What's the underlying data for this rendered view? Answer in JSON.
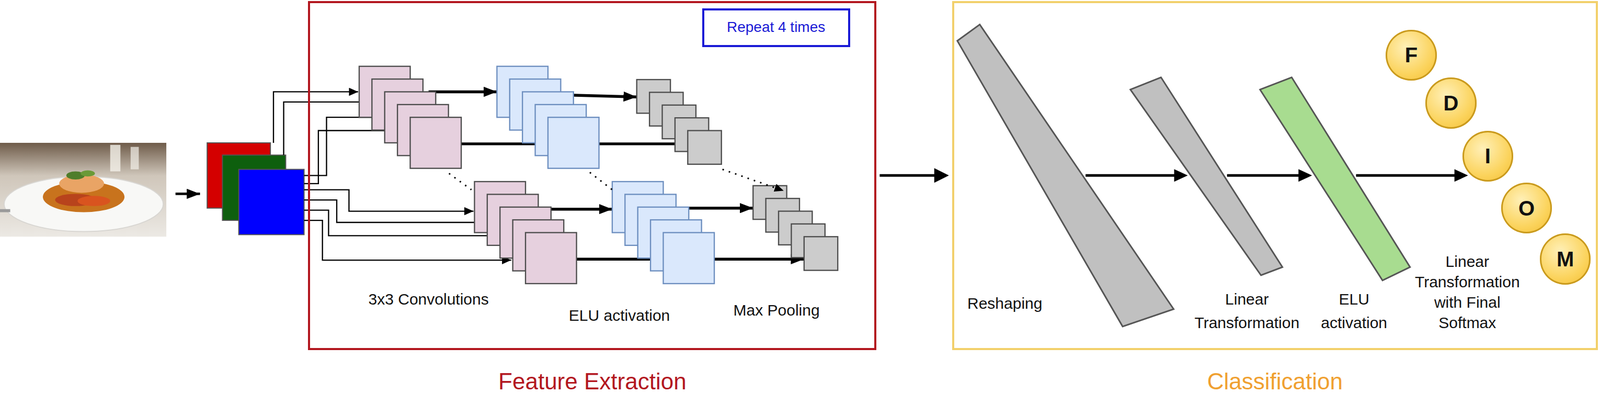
{
  "diagram": {
    "nodes": [
      {
        "text": [
          "Feature Extraction"
        ]
      },
      {
        "text": [
          "Repeat 4 times"
        ],
        "in": 0
      },
      {
        "text": [
          "Classification"
        ]
      },
      {
        "text": [
          "Reshaping"
        ],
        "in": 2
      },
      {
        "text": [
          "Linear Transformation"
        ],
        "in": 2
      },
      {
        "text": [
          "ELU activation"
        ],
        "in": 2
      },
      {
        "text": [
          "F"
        ],
        "in": 2
      },
      {
        "text": [
          "D"
        ],
        "in": 2
      },
      {
        "text": [
          "I"
        ],
        "in": 2
      },
      {
        "text": [
          "O"
        ],
        "in": 2
      },
      {
        "text": [
          "M"
        ],
        "in": 2
      }
    ],
    "edges": [
      {
        "from": 0,
        "to": 2,
        "arrow": "to"
      },
      {
        "from": 3,
        "to": 4,
        "arrow": "to"
      },
      {
        "from": 4,
        "to": 5,
        "arrow": "to"
      },
      {
        "from": 5,
        "to": 8,
        "arrow": "to"
      }
    ],
    "labels": [
      "3x3 Convolutions",
      "ELU activation",
      "Max Pooling",
      "Linear Transformation with Final Softmax"
    ]
  }
}
